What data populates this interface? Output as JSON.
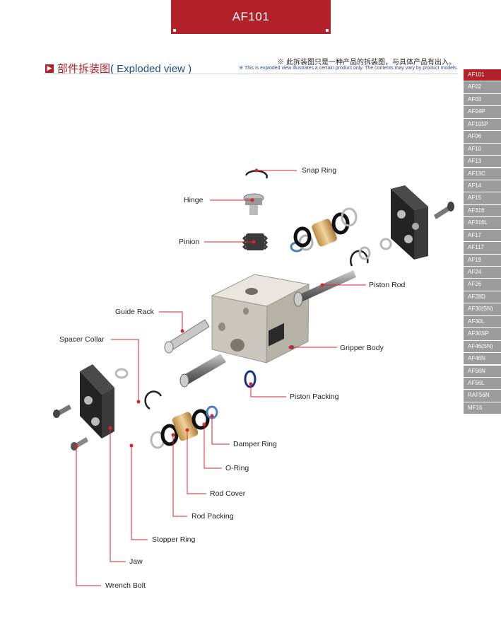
{
  "header": {
    "model": "AF101"
  },
  "section": {
    "title_cn": "部件拆装图",
    "title_en": "( Exploded view )"
  },
  "notice": {
    "cn": "※ 此拆装图只是一种产品的拆装图，与具体产品有出入。",
    "en": "※ This is exploded view illustrates a certain product only. The contents may vary by product models."
  },
  "sidebar": {
    "active_index": 0,
    "items": [
      "AF101",
      "AF02",
      "AF03",
      "AF04P",
      "AF105P",
      "AF06",
      "AF10",
      "AF13",
      "AF13C",
      "AF14",
      "AF15",
      "AF316",
      "AF316L",
      "AF17",
      "AF117",
      "AF19",
      "AF24",
      "AF26",
      "AF28D",
      "AF30(SN)",
      "AF30L",
      "AF30SP",
      "AF46(SN)",
      "AF46N",
      "AF56N",
      "AF56L",
      "RAF56N",
      "MF16"
    ]
  },
  "labels": {
    "snap_ring": "Snap Ring",
    "hinge": "Hinge",
    "pinion": "Pinion",
    "piston_rod": "Piston Rod",
    "guide_rack": "Guide Rack",
    "spacer_collar": "Spacer Collar",
    "gripper_body": "Gripper Body",
    "piston_packing": "Piston Packing",
    "damper_ring": "Damper Ring",
    "o_ring": "O-Ring",
    "rod_cover": "Rod Cover",
    "rod_packing": "Rod Packing",
    "stopper_ring": "Stopper Ring",
    "jaw": "Jaw",
    "wrench_bolt": "Wrench Bolt"
  },
  "colors": {
    "brand": "#b3222b",
    "sidebar": "#9c9c9c",
    "link": "#1a4d8c",
    "leader": "#d9242f"
  }
}
